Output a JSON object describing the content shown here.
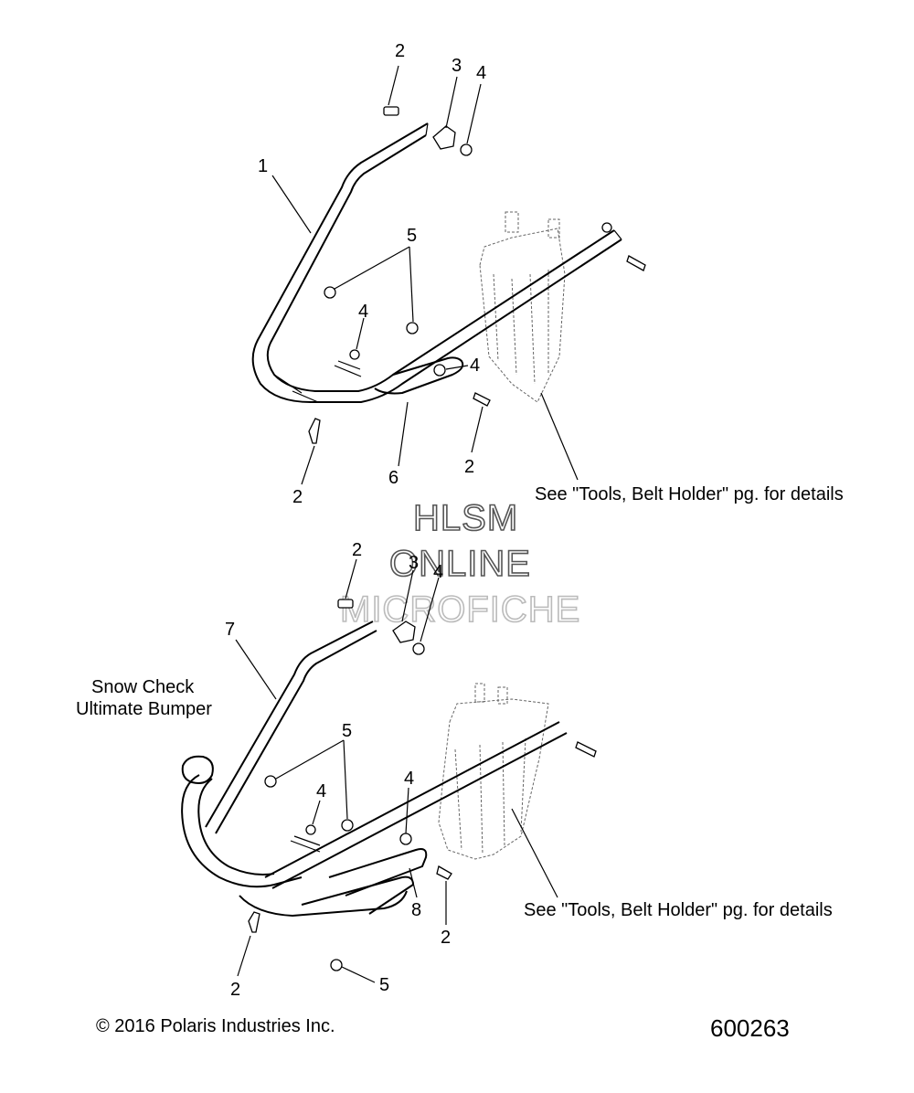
{
  "callouts": {
    "upper": {
      "c2_top": "2",
      "c3": "3",
      "c4_top": "4",
      "c1": "1",
      "c5": "5",
      "c4_mid": "4",
      "c4_right": "4",
      "c6": "6",
      "c2_right": "2",
      "c2_left": "2"
    },
    "lower": {
      "c2_top": "2",
      "c3": "3",
      "c4_top": "4",
      "c7": "7",
      "c5": "5",
      "c4_left": "4",
      "c4_right": "4",
      "c8": "8",
      "c2_right": "2",
      "c2_left": "2",
      "c5_bottom": "5"
    }
  },
  "notes": {
    "upper_see": "See \"Tools, Belt Holder\" pg. for details",
    "lower_see": "See \"Tools, Belt Holder\" pg. for details",
    "snow_check_line1": "Snow Check",
    "snow_check_line2": "Ultimate Bumper"
  },
  "watermark": {
    "line1": "HLSM",
    "line2": "ONLINE",
    "line3": "MICROFICHE"
  },
  "footer": {
    "copyright": "© 2016 Polaris Industries Inc.",
    "drawing_number": "600263"
  }
}
